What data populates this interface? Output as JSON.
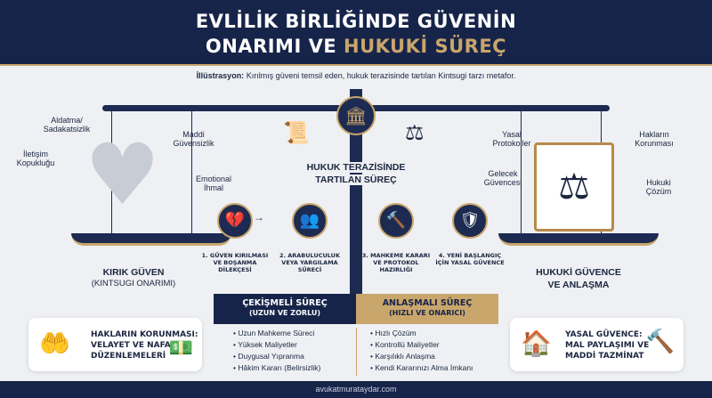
{
  "header": {
    "title_line1": "EVLİLİK BİRLİĞİNDE GÜVENİN",
    "title_line2_white": "ONARIMI VE ",
    "title_line2_gold": "HUKUKİ SÜREÇ"
  },
  "subtitle": {
    "bold": "İllüstrasyon:",
    "text": " Kırılmış güveni temsil eden, hukuk terazisinde tartılan Kintsugi tarzı metafor."
  },
  "left": {
    "labels": [
      "Aldatma/ Sadakatsizlik",
      "İletişim Kopukluğu",
      "Maddi Güvensizlik",
      "Emotional İhmal"
    ],
    "title": "KIRIK GÜVEN",
    "subtitle": "(KINTSUGI ONARIMI)"
  },
  "right": {
    "labels": [
      "Yasal Protokoller",
      "Hakların Korunması",
      "Gelecek Güvencesi",
      "Hukuki Çözüm"
    ],
    "title": "HUKUKİ GÜVENCE",
    "subtitle": "VE ANLAŞMA"
  },
  "center": {
    "title_line1": "HUKUK TERAZİSİNDE",
    "title_line2": "TARTILAN SÜREÇ"
  },
  "steps": [
    {
      "label": "1. GÜVEN KIRILMASI VE BOŞANMA DİLEKÇESİ",
      "icon": "broken-heart"
    },
    {
      "label": "2. ARABULUCULUK VEYA YARGILAMA SÜRECİ",
      "icon": "mediation"
    },
    {
      "label": "3. MAHKEME KARARI VE PROTOKOL HAZIRLIĞI",
      "icon": "gavel-document"
    },
    {
      "label": "4. YENİ BAŞLANGIÇ İÇİN YASAL GÜVENCE",
      "icon": "shield-heart"
    }
  ],
  "tabs": {
    "left_title": "ÇEKİŞMELİ SÜREÇ",
    "left_sub": "(UZUN VE ZORLU)",
    "right_title": "ANLAŞMALI SÜREÇ",
    "right_sub": "(HIZLI VE ONARICI)"
  },
  "lists": {
    "contested": [
      "Uzun Mahkeme Süreci",
      "Yüksek Maliyetler",
      "Duygusal Yıpranma",
      "Hâkim Kararı (Belirsizlik)"
    ],
    "agreed": [
      "Hızlı Çözüm",
      "Kontrollü Maliyetler",
      "Karşılıklı Anlaşma",
      "Kendi Kararınızı Alma İmkanı"
    ]
  },
  "cards": {
    "left": [
      "HAKLARIN KORUNMASI:",
      "VELAYET VE NAFAKA",
      "DÜZENLEMELERİ"
    ],
    "right": [
      "YASAL GÜVENCE:",
      "MAL PAYLAŞIMI VE",
      "MADDİ TAZMİNAT"
    ]
  },
  "footer": "avukatmurataydar.com",
  "colors": {
    "navy": "#17244a",
    "gold": "#c9a66b",
    "background": "#eef0f3"
  }
}
